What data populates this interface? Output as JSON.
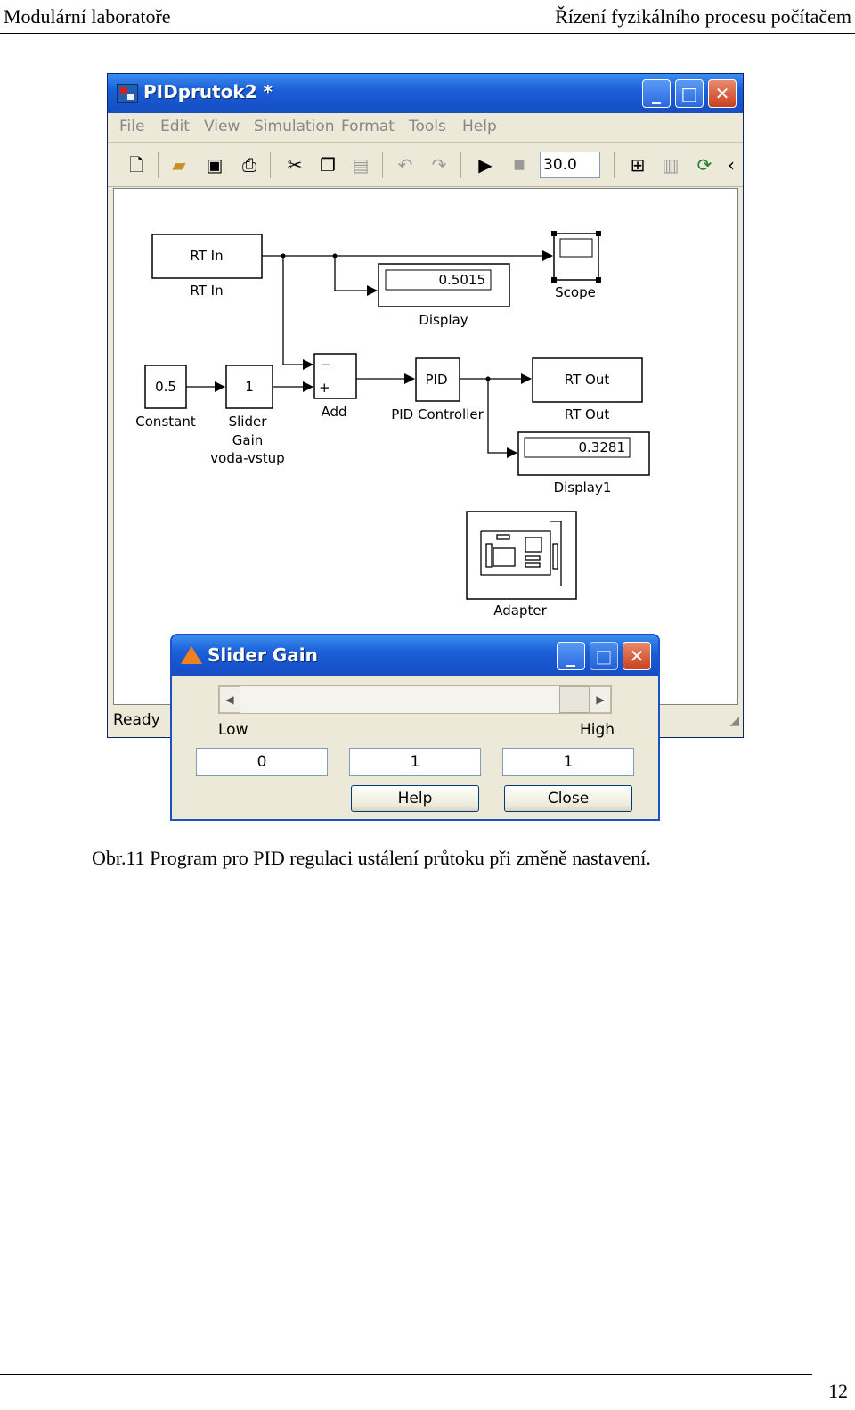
{
  "header": {
    "left": "Modulární laboratoře",
    "right": "Řízení fyzikálního procesu počítačem"
  },
  "window": {
    "title": "PIDprutok2 *",
    "controls": {
      "minimize": "_",
      "maximize": "□",
      "close": "✕"
    },
    "menu": [
      "File",
      "Edit",
      "View",
      "Simulation",
      "Format",
      "Tools",
      "Help"
    ],
    "stop_time": "30.0",
    "status": "Ready"
  },
  "model": {
    "rt_in": {
      "text": "RT In",
      "label": "RT In"
    },
    "display": {
      "value": "0.5015",
      "label": "Display"
    },
    "scope": {
      "label": "Scope"
    },
    "constant": {
      "value": "0.5",
      "label": "Constant"
    },
    "slider": {
      "value": "1",
      "label1": "Slider",
      "label2": "Gain",
      "label3": "voda-vstup"
    },
    "add": {
      "minus": "−",
      "plus": "+",
      "label": "Add"
    },
    "pid": {
      "text": "PID",
      "label": "PID Controller"
    },
    "rt_out": {
      "text": "RT Out",
      "label": "RT Out"
    },
    "display1": {
      "value": "0.3281",
      "label": "Display1"
    },
    "adapter": {
      "label": "Adapter"
    }
  },
  "dialog": {
    "title": "Slider Gain",
    "low_label": "Low",
    "high_label": "High",
    "low_value": "0",
    "current_value": "1",
    "high_value": "1",
    "help": "Help",
    "close": "Close"
  },
  "caption": "Obr.11 Program pro PID regulaci ustálení průtoku při změně nastavení.",
  "page_number": "12"
}
